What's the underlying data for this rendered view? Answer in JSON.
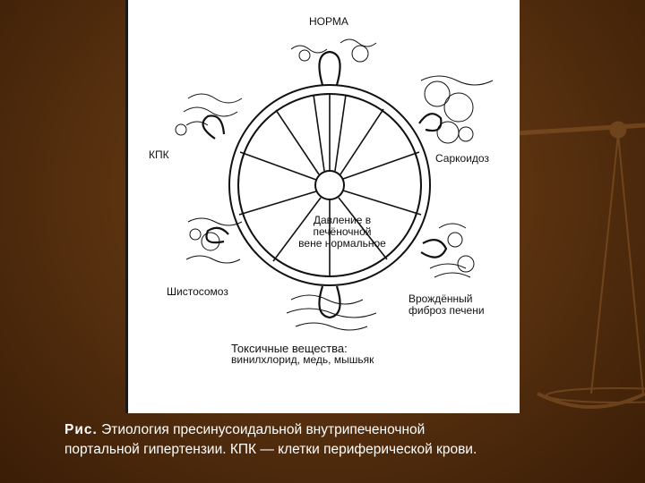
{
  "slide": {
    "background_color": "#5a3210",
    "accent_color": "#8a5a2a"
  },
  "diagram": {
    "labels": {
      "norm": "НОРМА",
      "kpk": "КПК",
      "sarcoid": "Саркоидоз",
      "center_line1": "Давление в",
      "center_line2": "печёночной",
      "center_line3": "вене нормальное",
      "schisto": "Шистосомоз",
      "fibrosis_line1": "Врождённый",
      "fibrosis_line2": "фиброз печени",
      "toxic_line1": "Токсичные вещества:",
      "toxic_line2": "винилхлорид, медь, мышьяк"
    }
  },
  "caption": {
    "lead": "Рис.",
    "line1_rest": " Этиология пресинусоидальной внутрипеченочной",
    "line2": "портальной гипертензии. КПК — клетки периферической крови."
  }
}
